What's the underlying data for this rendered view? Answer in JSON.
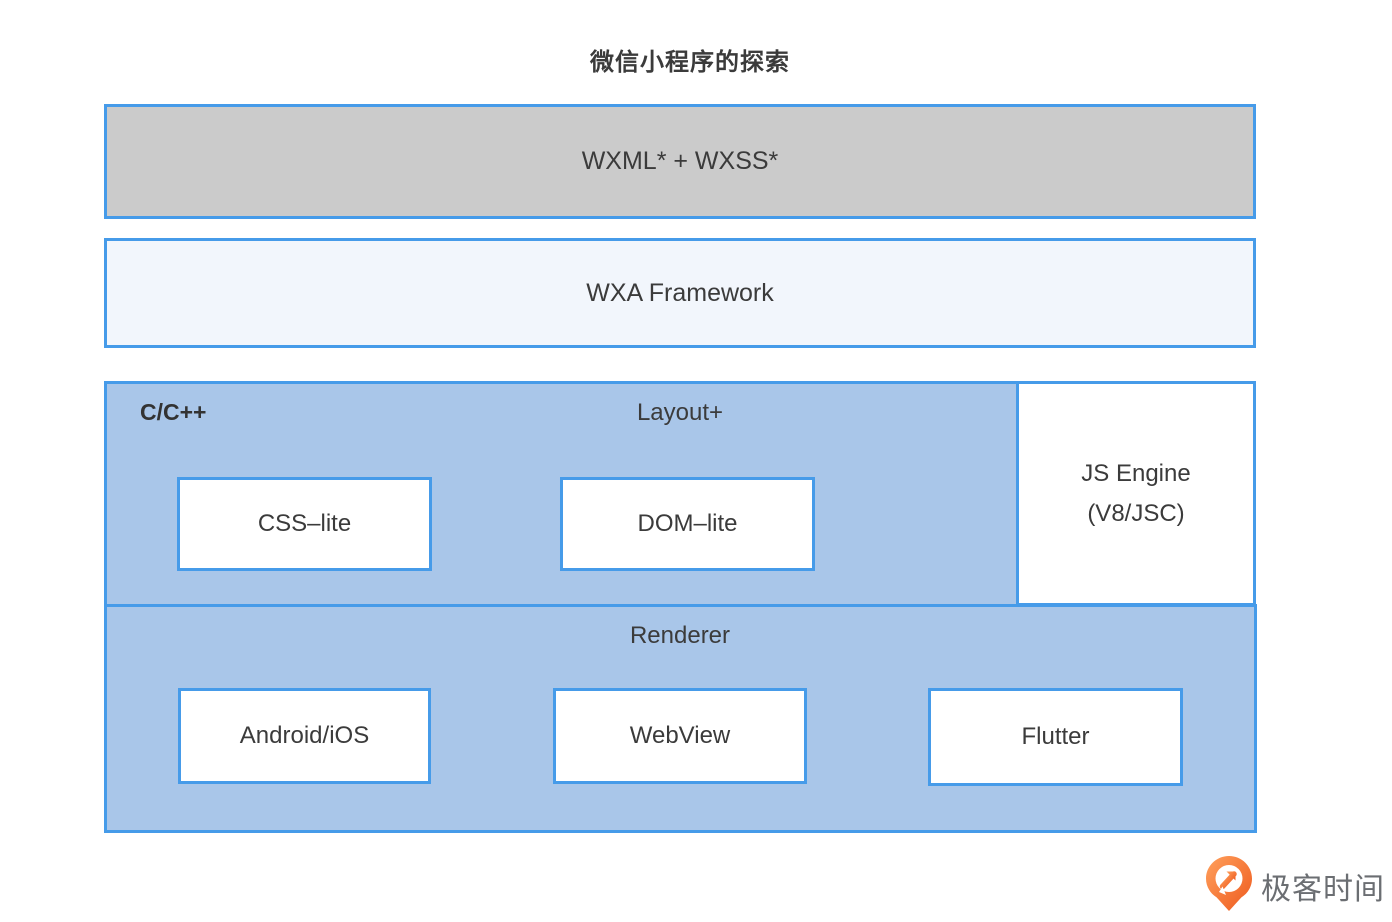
{
  "page": {
    "title": "微信小程序的探索"
  },
  "layers": {
    "markup": {
      "label": "WXML* + WXSS*"
    },
    "framework": {
      "label": "WXA Framework"
    },
    "native": {
      "language_label": "C/C++",
      "layout_label": "Layout+",
      "modules": [
        {
          "label": "CSS–lite"
        },
        {
          "label": "DOM–lite"
        }
      ]
    },
    "js_engine": {
      "line1": "JS Engine",
      "line2": "(V8/JSC)"
    },
    "renderer": {
      "label": "Renderer",
      "modules": [
        {
          "label": "Android/iOS"
        },
        {
          "label": "WebView"
        },
        {
          "label": "Flutter"
        }
      ]
    }
  },
  "branding": {
    "logo_icon": "geektime-icon",
    "logo_text": "极客时间"
  },
  "colors": {
    "border_blue": "#469BE9",
    "fill_blue": "#A9C6E9",
    "fill_gray": "#CBCBCB",
    "fill_light_blue": "#F2F6FC",
    "text_dark": "#3B3B3B",
    "logo_orange": "#F0652A",
    "logo_text_gray": "#6B6E72"
  }
}
